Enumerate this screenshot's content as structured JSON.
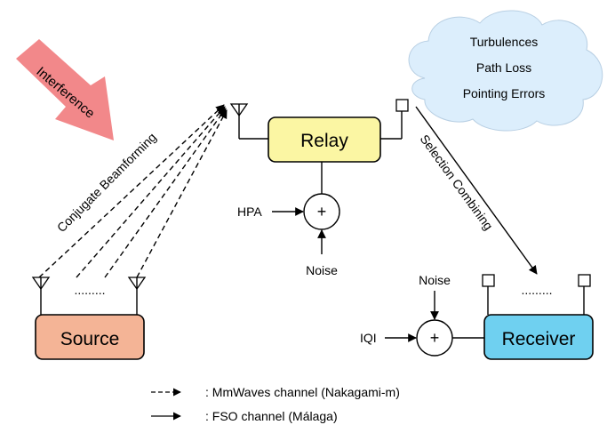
{
  "nodes": {
    "source": "Source",
    "relay": "Relay",
    "receiver": "Receiver",
    "adder_symbol": "+"
  },
  "labels": {
    "interference": "Interference",
    "conjugate_beamforming": "Conjugate Beamforming",
    "selection_combining": "Selection Combining",
    "hpa": "HPA",
    "relay_noise": "Noise",
    "receiver_noise": "Noise",
    "iqi": "IQI",
    "antenna_dots": "........."
  },
  "cloud": {
    "lines": [
      "Turbulences",
      "Path Loss",
      "Pointing Errors"
    ]
  },
  "legend": {
    "mmwave": ": MmWaves channel (Nakagami-m)",
    "fso": ": FSO channel (Málaga)"
  },
  "colors": {
    "source_fill": "#f4b496",
    "relay_fill": "#fbf6a3",
    "receiver_fill": "#6fd0f0",
    "cloud_fill": "#dceefc",
    "interference_fill": "#f2888a"
  }
}
